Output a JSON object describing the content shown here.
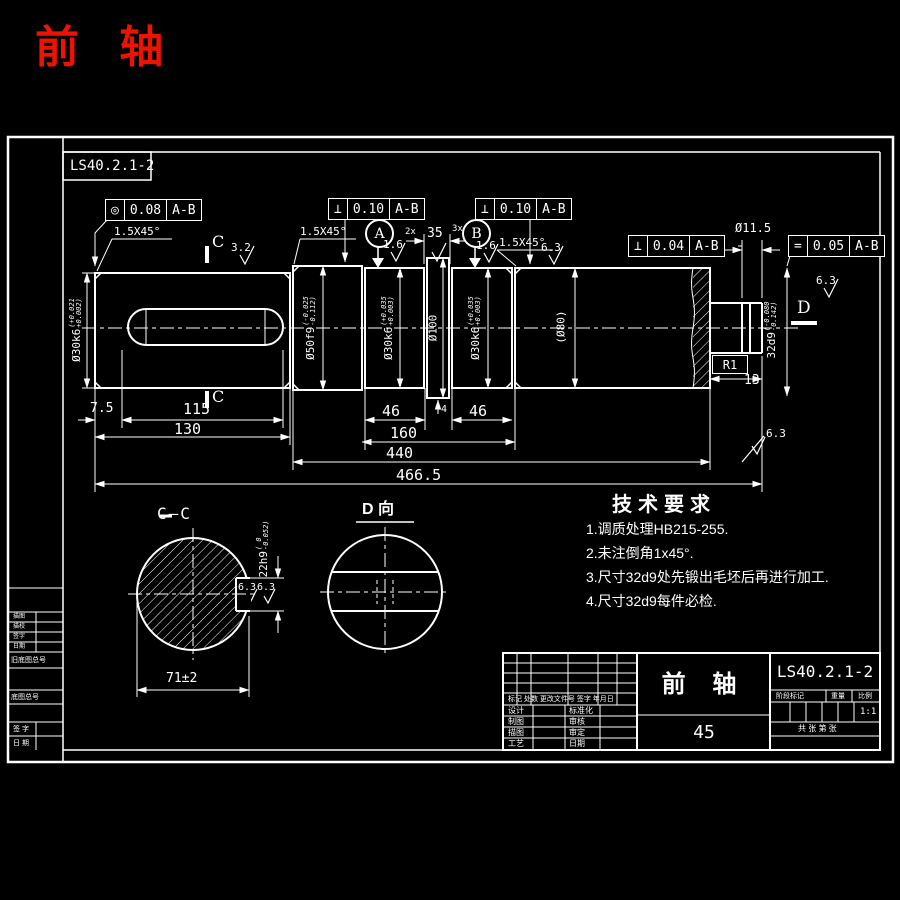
{
  "page": {
    "red_title": "前 轴",
    "doc_number": "LS40.2.1-2",
    "colors": {
      "background": "#000000",
      "line": "#ffffff",
      "accent_red": "#ee1202"
    }
  },
  "gdt_frames": [
    {
      "symbol": "◎",
      "value": "0.08",
      "datum": "A-B"
    },
    {
      "symbol": "⊥",
      "value": "0.10",
      "datum": "A-B"
    },
    {
      "symbol": "⊥",
      "value": "0.10",
      "datum": "A-B"
    },
    {
      "symbol": "⊥",
      "value": "0.04",
      "datum": "A-B"
    },
    {
      "symbol": "=",
      "value": "0.05",
      "datum": "A-B"
    }
  ],
  "datum_labels": {
    "a": "A",
    "b": "B",
    "c": "C",
    "d": "D"
  },
  "view_labels": {
    "section_cc": "C—C",
    "view_d": "D 向",
    "d_arrow": "D"
  },
  "chamfer": "1.5X45°",
  "roughness": {
    "r32": "3.2",
    "r16": "1.6",
    "r63": "6.3"
  },
  "dims": {
    "d7_5": "7.5",
    "d115": "115",
    "d130": "130",
    "d46": "46",
    "d160": "160",
    "d440": "440",
    "d466_5": "466.5",
    "d35": "35",
    "d2x": "2x",
    "d3x": "3x",
    "d4": "4",
    "d13": "13",
    "r1": "R1",
    "d11_5": "Ø11.5",
    "cc_width": "71±2"
  },
  "shaft_dims": {
    "a": {
      "main": "Ø30k6",
      "tol_top": "(+0.021",
      "tol_bot": "+0.002)"
    },
    "b": {
      "main": "Ø50f9",
      "tol_top": "(-0.025",
      "tol_bot": "-0.112)"
    },
    "c": {
      "main": "Ø30k6",
      "tol_top": "(+0.035",
      "tol_bot": "+0.003)"
    },
    "collar": {
      "main": "Ø100"
    },
    "d": {
      "main": "Ø30k6",
      "tol_top": "(+0.035",
      "tol_bot": "+0.003)"
    },
    "e": {
      "main": "(Ø80)"
    },
    "slot": {
      "main": "32d9",
      "tol_top": "(-0.080",
      "tol_bot": "-0.142)"
    },
    "key": {
      "main": "22h9",
      "tol_top": "( 0",
      "tol_bot": "-0.052)"
    }
  },
  "tech_requirements": {
    "title": "技术要求",
    "items": [
      "1.调质处理HB215-255.",
      "2.未注倒角1x45°.",
      "3.尺寸32d9处先锻出毛坯后再进行加工.",
      "4.尺寸32d9每件必检."
    ]
  },
  "title_block": {
    "part_name": "前 轴",
    "material": "45",
    "doc_number": "LS40.2.1-2",
    "rev_header": "标记 处数 更改文件号 签字 年月日",
    "roles": {
      "design": "设计",
      "standard": "标准化",
      "draft": "制图",
      "check": "审核",
      "trace": "描图",
      "approve": "审定",
      "process": "工艺",
      "date": "日期"
    },
    "stage_header": {
      "stage": "阶段标记",
      "weight": "重量",
      "scale": "比例"
    },
    "scale_value": "1:1",
    "sheet_info": "共 张 第 张"
  },
  "margin_table": {
    "rows": [
      "描图",
      "描校",
      "签字",
      "日期"
    ],
    "old_doc_no": "旧底图总号",
    "doc_no": "底图总号",
    "sign": "签 字",
    "date": "日 期"
  }
}
